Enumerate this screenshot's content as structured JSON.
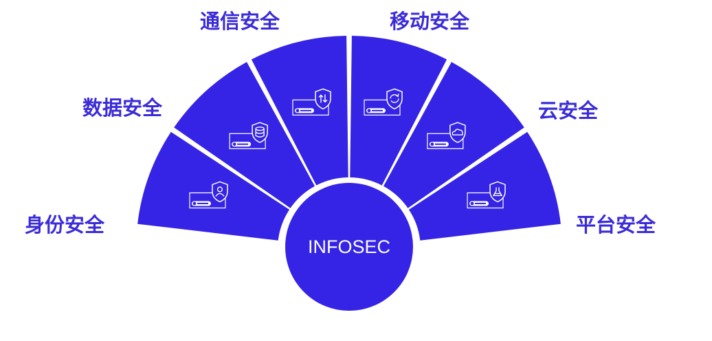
{
  "colors": {
    "primary": "#3524E5",
    "label": "#3A2BD8",
    "icon_stroke": "#ffffff"
  },
  "center": {
    "label": "INFOSEC"
  },
  "segments": [
    {
      "id": "identity",
      "label": "身份安全",
      "icon": "user-shield-icon"
    },
    {
      "id": "data",
      "label": "数据安全",
      "icon": "database-shield-icon"
    },
    {
      "id": "comm",
      "label": "通信安全",
      "icon": "transfer-shield-icon"
    },
    {
      "id": "mobile",
      "label": "移动安全",
      "icon": "sync-shield-icon"
    },
    {
      "id": "cloud",
      "label": "云安全",
      "icon": "cloud-shield-icon"
    },
    {
      "id": "platform",
      "label": "平台安全",
      "icon": "flask-shield-icon"
    }
  ]
}
